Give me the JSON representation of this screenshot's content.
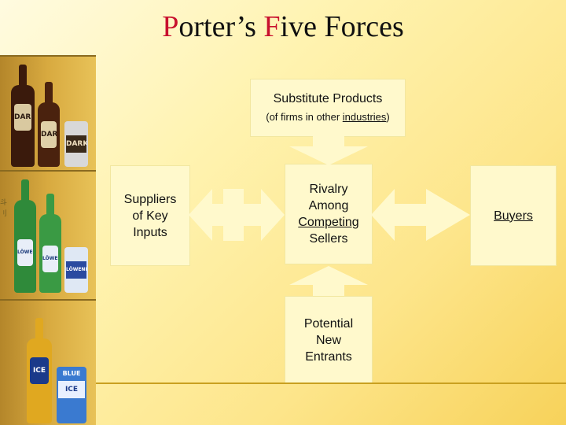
{
  "title": {
    "p_letter": "P",
    "p_rest": "orter’s ",
    "f_letter": "F",
    "f_rest": "ive Forces"
  },
  "colors": {
    "accent": "#c8102e",
    "box_fill": "#fff9cc"
  },
  "left_image": {
    "top_panel": {
      "bottle1": "DARK",
      "bottle2": "DARK",
      "can": "DARK"
    },
    "middle_panel": {
      "bottle1": "LÖWENBRÄU",
      "bottle2": "LÖWENBRÄU",
      "can": "LÖWENBRÄU"
    },
    "bottom_panel": {
      "bottle1": "ICE",
      "can_top": "BLUE",
      "can": "ICE"
    },
    "edge_glyphs": [
      "斗",
      "刂"
    ]
  },
  "diagram": {
    "substitute": {
      "line1": "Substitute Products",
      "line2_prefix": "(of firms in other ",
      "line2_link": "industries",
      "line2_suffix": ")"
    },
    "suppliers": {
      "line1": "Suppliers",
      "line2": "of Key",
      "line3": "Inputs"
    },
    "rivalry": {
      "line1": "Rivalry",
      "line2": "Among",
      "line3": "Competing",
      "line4": "Sellers"
    },
    "buyers": {
      "label": "Buyers"
    },
    "entrants": {
      "line1": "Potential",
      "line2": "New",
      "line3": "Entrants"
    }
  }
}
